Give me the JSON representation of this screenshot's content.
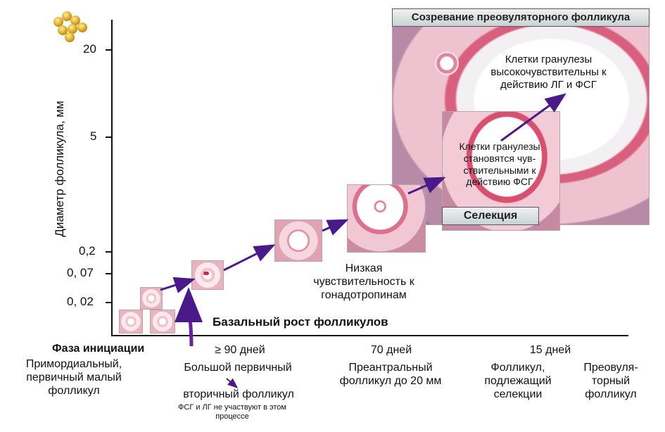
{
  "diagram": {
    "y_axis": {
      "label": "Диаметр фолликула, мм",
      "ticks": [
        "20",
        "5",
        "0,2",
        "0, 07",
        "0, 02"
      ]
    },
    "phase_initiation": "Фаза инициации",
    "basal_growth": "Базальный рост фолликулов",
    "durations": [
      "≥ 90 дней",
      "70 дней",
      "15 дней"
    ],
    "follicles": {
      "primordial": "Примордиальный, первичный малый фолликул",
      "large_primary": "Большой первичный",
      "secondary": "вторичный фолликул",
      "fsh_lh_note": "ФСГ и ЛГ не участвуют в этом процессе",
      "preantral": "Преантральный фолликул до 20 мм",
      "selection_subject": "Фолликул, подлежащий селекции",
      "preovulatory": "Преовуля-торный фолликул"
    },
    "low_sensitivity": "Низкая чувствительность к гонадотропинам",
    "maturation_title": "Созревание преовуляторного фолликула",
    "granulosa_high": "Клетки гранулезы высокочувствительны к действию ЛГ и ФСГ",
    "granulosa_become": "Клетки гранулезы становятся чув-ствительными к действию ФСГ",
    "selection": "Селекция"
  }
}
